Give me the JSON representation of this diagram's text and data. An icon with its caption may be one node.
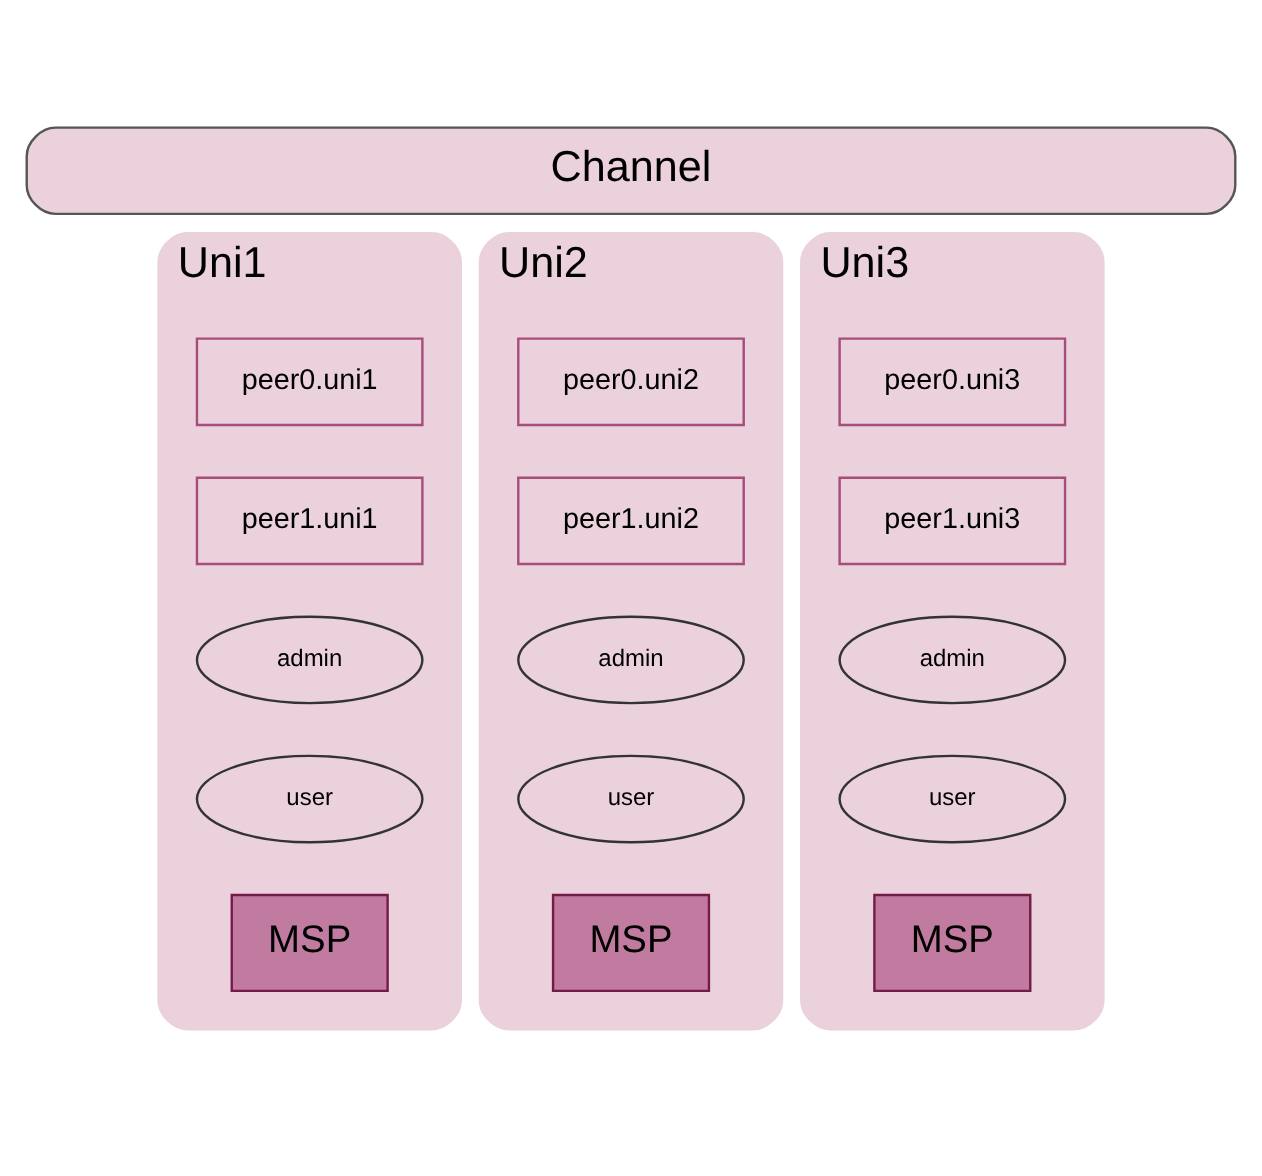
{
  "diagram": {
    "nodes": [
      {
        "text": [
          "Channel"
        ]
      },
      {
        "text": [
          "Uni1"
        ]
      },
      {
        "text": [
          "peer0.uni1"
        ],
        "in": 1
      },
      {
        "text": [
          "peer1.uni1"
        ],
        "in": 1
      },
      {
        "text": [
          "admin"
        ],
        "in": 1
      },
      {
        "text": [
          "user"
        ],
        "in": 1
      },
      {
        "text": [
          "MSP"
        ],
        "in": 1
      },
      {
        "text": [
          "Uni2"
        ]
      },
      {
        "text": [
          "peer0.uni2"
        ],
        "in": 7
      },
      {
        "text": [
          "peer1.uni2"
        ],
        "in": 7
      },
      {
        "text": [
          "admin"
        ],
        "in": 7
      },
      {
        "text": [
          "user"
        ],
        "in": 7
      },
      {
        "text": [
          "MSP"
        ],
        "in": 7
      },
      {
        "text": [
          "Uni3"
        ]
      },
      {
        "text": [
          "peer0.uni3"
        ],
        "in": 13
      },
      {
        "text": [
          "peer1.uni3"
        ],
        "in": 13
      },
      {
        "text": [
          "admin"
        ],
        "in": 13
      },
      {
        "text": [
          "user"
        ],
        "in": 13
      },
      {
        "text": [
          "MSP"
        ],
        "in": 13
      }
    ],
    "edges": []
  }
}
